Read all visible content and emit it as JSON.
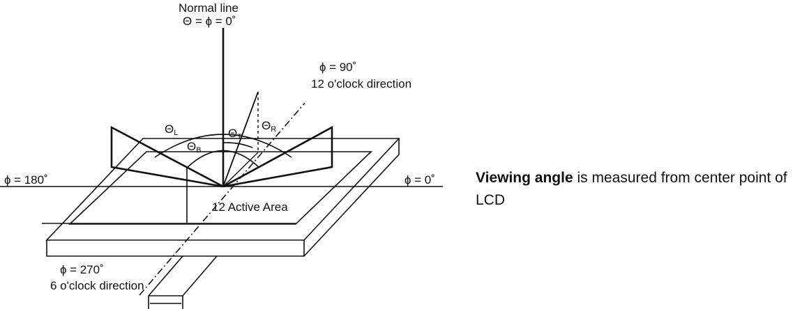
{
  "diagram": {
    "normal_line": "Normal line",
    "theta_phi_zero": "Θ = ɸ = 0˚",
    "phi_90": "ɸ = 90˚",
    "dir_12": "12 o'clock direction",
    "phi_180": "ɸ = 180˚",
    "phi_0": "ɸ = 0˚",
    "phi_270": "ɸ = 270˚",
    "dir_6": "6 o'clock direction",
    "active_area": "12 Active Area",
    "theta_l": "Θ",
    "theta_l_sub": "L",
    "theta_b": "Θ",
    "theta_b_sub": "B",
    "theta_t": "Θ",
    "theta_t_sub": "T",
    "theta_r": "Θ",
    "theta_r_sub": "R"
  },
  "caption": {
    "bold": "Viewing angle",
    "rest": " is measured from center point of LCD"
  }
}
